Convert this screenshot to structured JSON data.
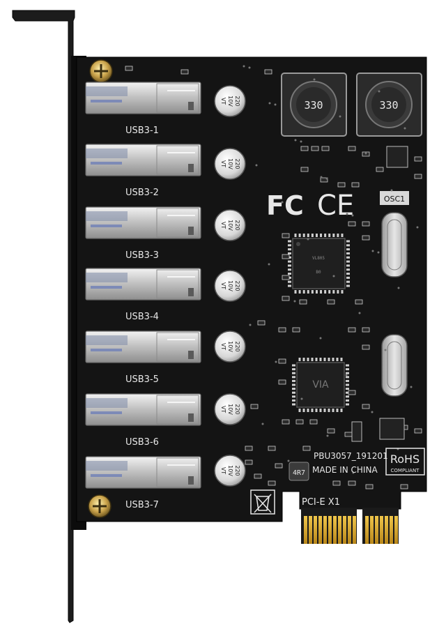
{
  "board": {
    "port_labels": [
      "USB3-1",
      "USB3-2",
      "USB3-3",
      "USB3-4",
      "USB3-5",
      "USB3-6",
      "USB3-7"
    ],
    "capacitor_text": {
      "line1": "220",
      "line2": "10V",
      "line3": "VT"
    },
    "inductor_text": "330",
    "model_text": "PBU3057_191201",
    "origin_text": "MADE IN CHINA",
    "rohs_text": "RoHS",
    "rohs_sub_text": "COMPLIANT",
    "interface_text": "PCI-E X1",
    "fcc_text": "FC",
    "ce_text": "CE",
    "inductor_small_text": "4R7",
    "osc_text": "OSC1",
    "colors": {
      "pcb": "#141414",
      "bracket": "#1a1a1a",
      "usb_metal": "#c9c9c9",
      "gold_finger": "#d4a52a",
      "silkscreen": "#e8e8e8"
    }
  }
}
